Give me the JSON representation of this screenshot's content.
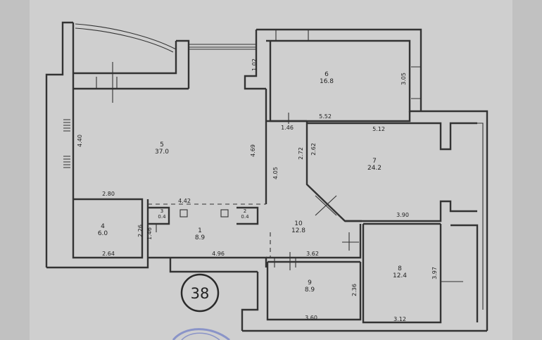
{
  "plan": {
    "sheet_number": "38",
    "rooms": [
      {
        "id": "r5",
        "number": "5",
        "area": "37.0"
      },
      {
        "id": "r6",
        "number": "6",
        "area": "16.8"
      },
      {
        "id": "r7",
        "number": "7",
        "area": "24.2"
      },
      {
        "id": "r4",
        "number": "4",
        "area": "6.0"
      },
      {
        "id": "r3",
        "number": "3",
        "area": "0.4"
      },
      {
        "id": "r1",
        "number": "1",
        "area": "8.9"
      },
      {
        "id": "r2",
        "number": "2",
        "area": "0.4"
      },
      {
        "id": "r10",
        "number": "10",
        "area": "12.8"
      },
      {
        "id": "r9",
        "number": "9",
        "area": "8.9"
      },
      {
        "id": "r8",
        "number": "8",
        "area": "12.4"
      }
    ],
    "dimensions": [
      "1.02",
      "3.05",
      "5.52",
      "1.46",
      "5.12",
      "4.40",
      "4.69",
      "2.72",
      "2.62",
      "4.05",
      "2.80",
      "4.42",
      "3.90",
      "2.26",
      "1.46",
      "2.64",
      "4.96",
      "3.62",
      "3.97",
      "2.36",
      "3.60",
      "3.12"
    ]
  },
  "colors": {
    "paper": "#cfcfcf",
    "wall": "#333333",
    "stamp": "#8a94c8"
  }
}
